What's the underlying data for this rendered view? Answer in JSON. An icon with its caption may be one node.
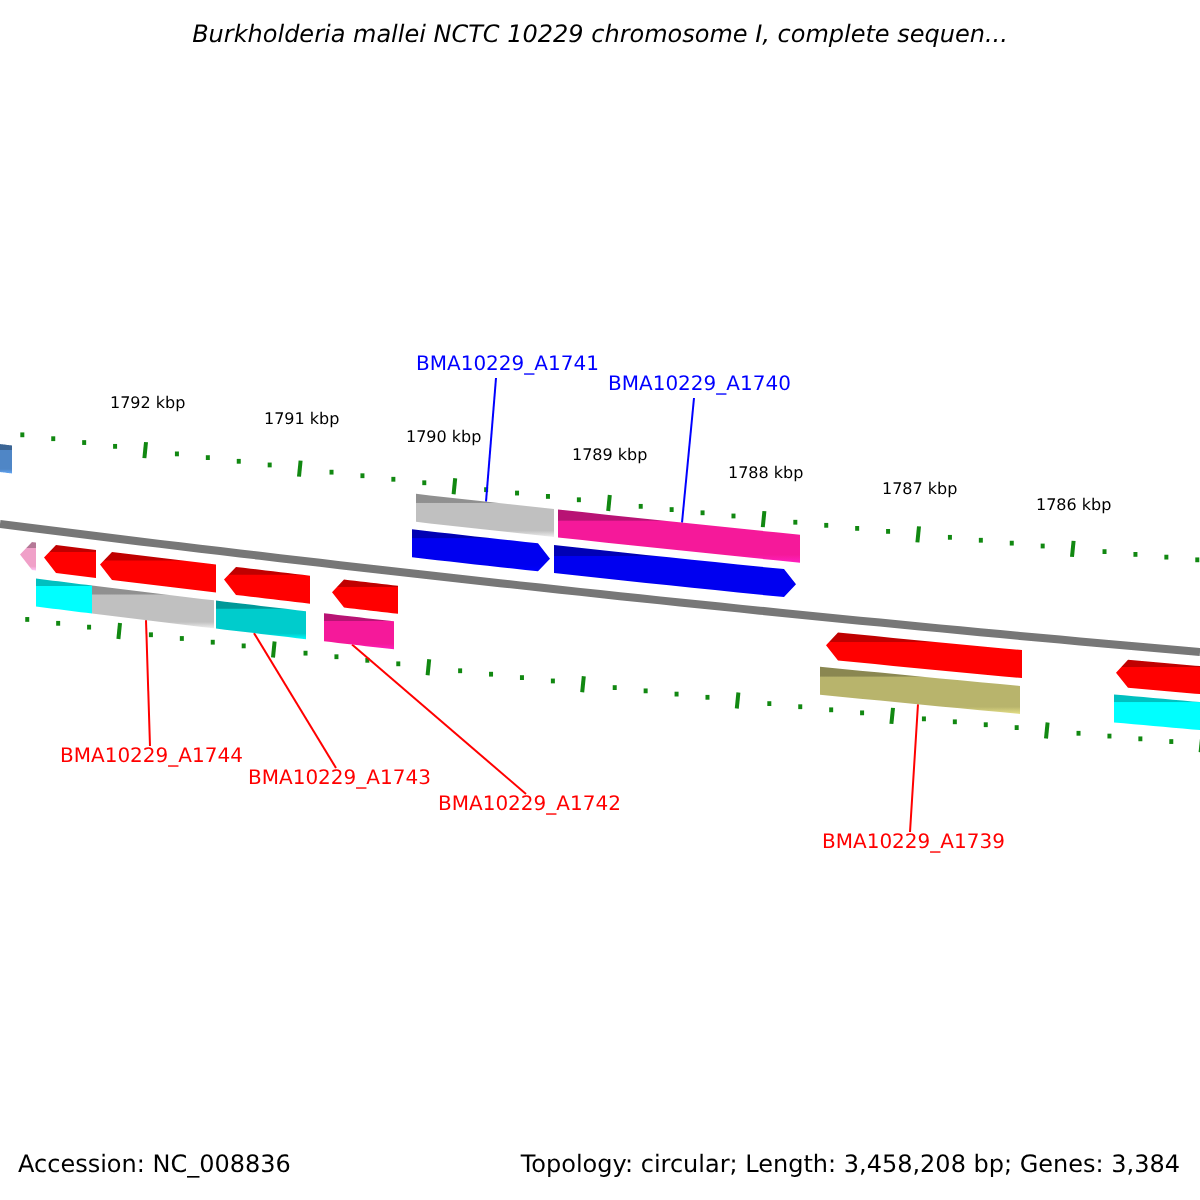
{
  "diagram": {
    "title": "Burkholderia mallei NCTC 10229 chromosome I, complete sequen...",
    "nodes": [
      {
        "text": [
          "BMA10229_A1741"
        ]
      },
      {
        "text": [
          "BMA10229_A1740"
        ]
      },
      {
        "text": [],
        "shape": "bar"
      },
      {
        "text": [],
        "shape": "bar"
      },
      {
        "text": [],
        "shape": "bar"
      },
      {
        "text": [],
        "shape": "bar"
      },
      {
        "text": [],
        "shape": "bar"
      },
      {
        "text": [],
        "shape": "bar"
      },
      {
        "text": [],
        "shape": "bar"
      },
      {
        "text": [],
        "shape": "bar"
      },
      {
        "text": [],
        "shape": "bar"
      },
      {
        "text": [],
        "shape": "bar"
      },
      {
        "text": [],
        "shape": "bar"
      },
      {
        "text": [],
        "shape": "bar"
      },
      {
        "text": [],
        "shape": "bar"
      },
      {
        "text": [],
        "shape": "bar"
      },
      {
        "text": [],
        "shape": "bar"
      },
      {
        "text": [],
        "shape": "bar"
      },
      {
        "text": [],
        "shape": "bar"
      },
      {
        "text": [],
        "shape": "bar"
      },
      {
        "text": [
          "BMA10229_A1744"
        ]
      },
      {
        "text": [
          "BMA10229_A1743"
        ]
      },
      {
        "text": [
          "BMA10229_A1742"
        ]
      },
      {
        "text": [
          "BMA10229_A1739"
        ]
      }
    ],
    "edges": [
      {
        "from": 0,
        "to": 13,
        "arrow": "none",
        "color": "#0000ff"
      },
      {
        "from": 1,
        "to": 15,
        "arrow": "none",
        "color": "#0000ff"
      },
      {
        "from": 20,
        "to": 6,
        "arrow": "none"
      },
      {
        "from": 21,
        "to": 8,
        "arrow": "none"
      },
      {
        "from": 22,
        "to": 10,
        "arrow": "none"
      },
      {
        "from": 23,
        "to": 16,
        "arrow": "none"
      }
    ],
    "labels": [
      "1792 kbp",
      "1791 kbp",
      "1790 kbp",
      "1789 kbp",
      "1788 kbp",
      "1787 kbp",
      "1786 kbp",
      "Accession: NC_008836",
      "Topology: circular; Length: 3,458,208 bp; Genes: 3,384"
    ]
  }
}
